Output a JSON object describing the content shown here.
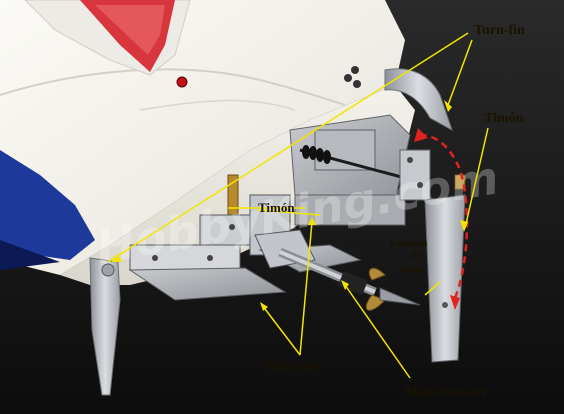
{
  "image": {
    "colors": {
      "background": "#1a1a1a",
      "hull": "#f2f0ea",
      "hull_shadow": "#c9c6bc",
      "hull_stripe": "#1d3a9b",
      "cockpit_red": "#d8363c",
      "aluminum": "#b8bcc2",
      "annotation_yellow": "#f2e500",
      "annotation_red": "#e0231f"
    },
    "labels": {
      "turn_fin": "Turn-fin",
      "timon_right": "Timón",
      "timon_left": "Timón",
      "water_inlet_line1": "Entrada",
      "water_inlet_line2": "de",
      "water_inlet_line3": "agua",
      "trim_tabs": "Trim-tabs",
      "shaft_bracket": "Shaft bracket"
    },
    "watermark": "HobbyKing.com"
  }
}
